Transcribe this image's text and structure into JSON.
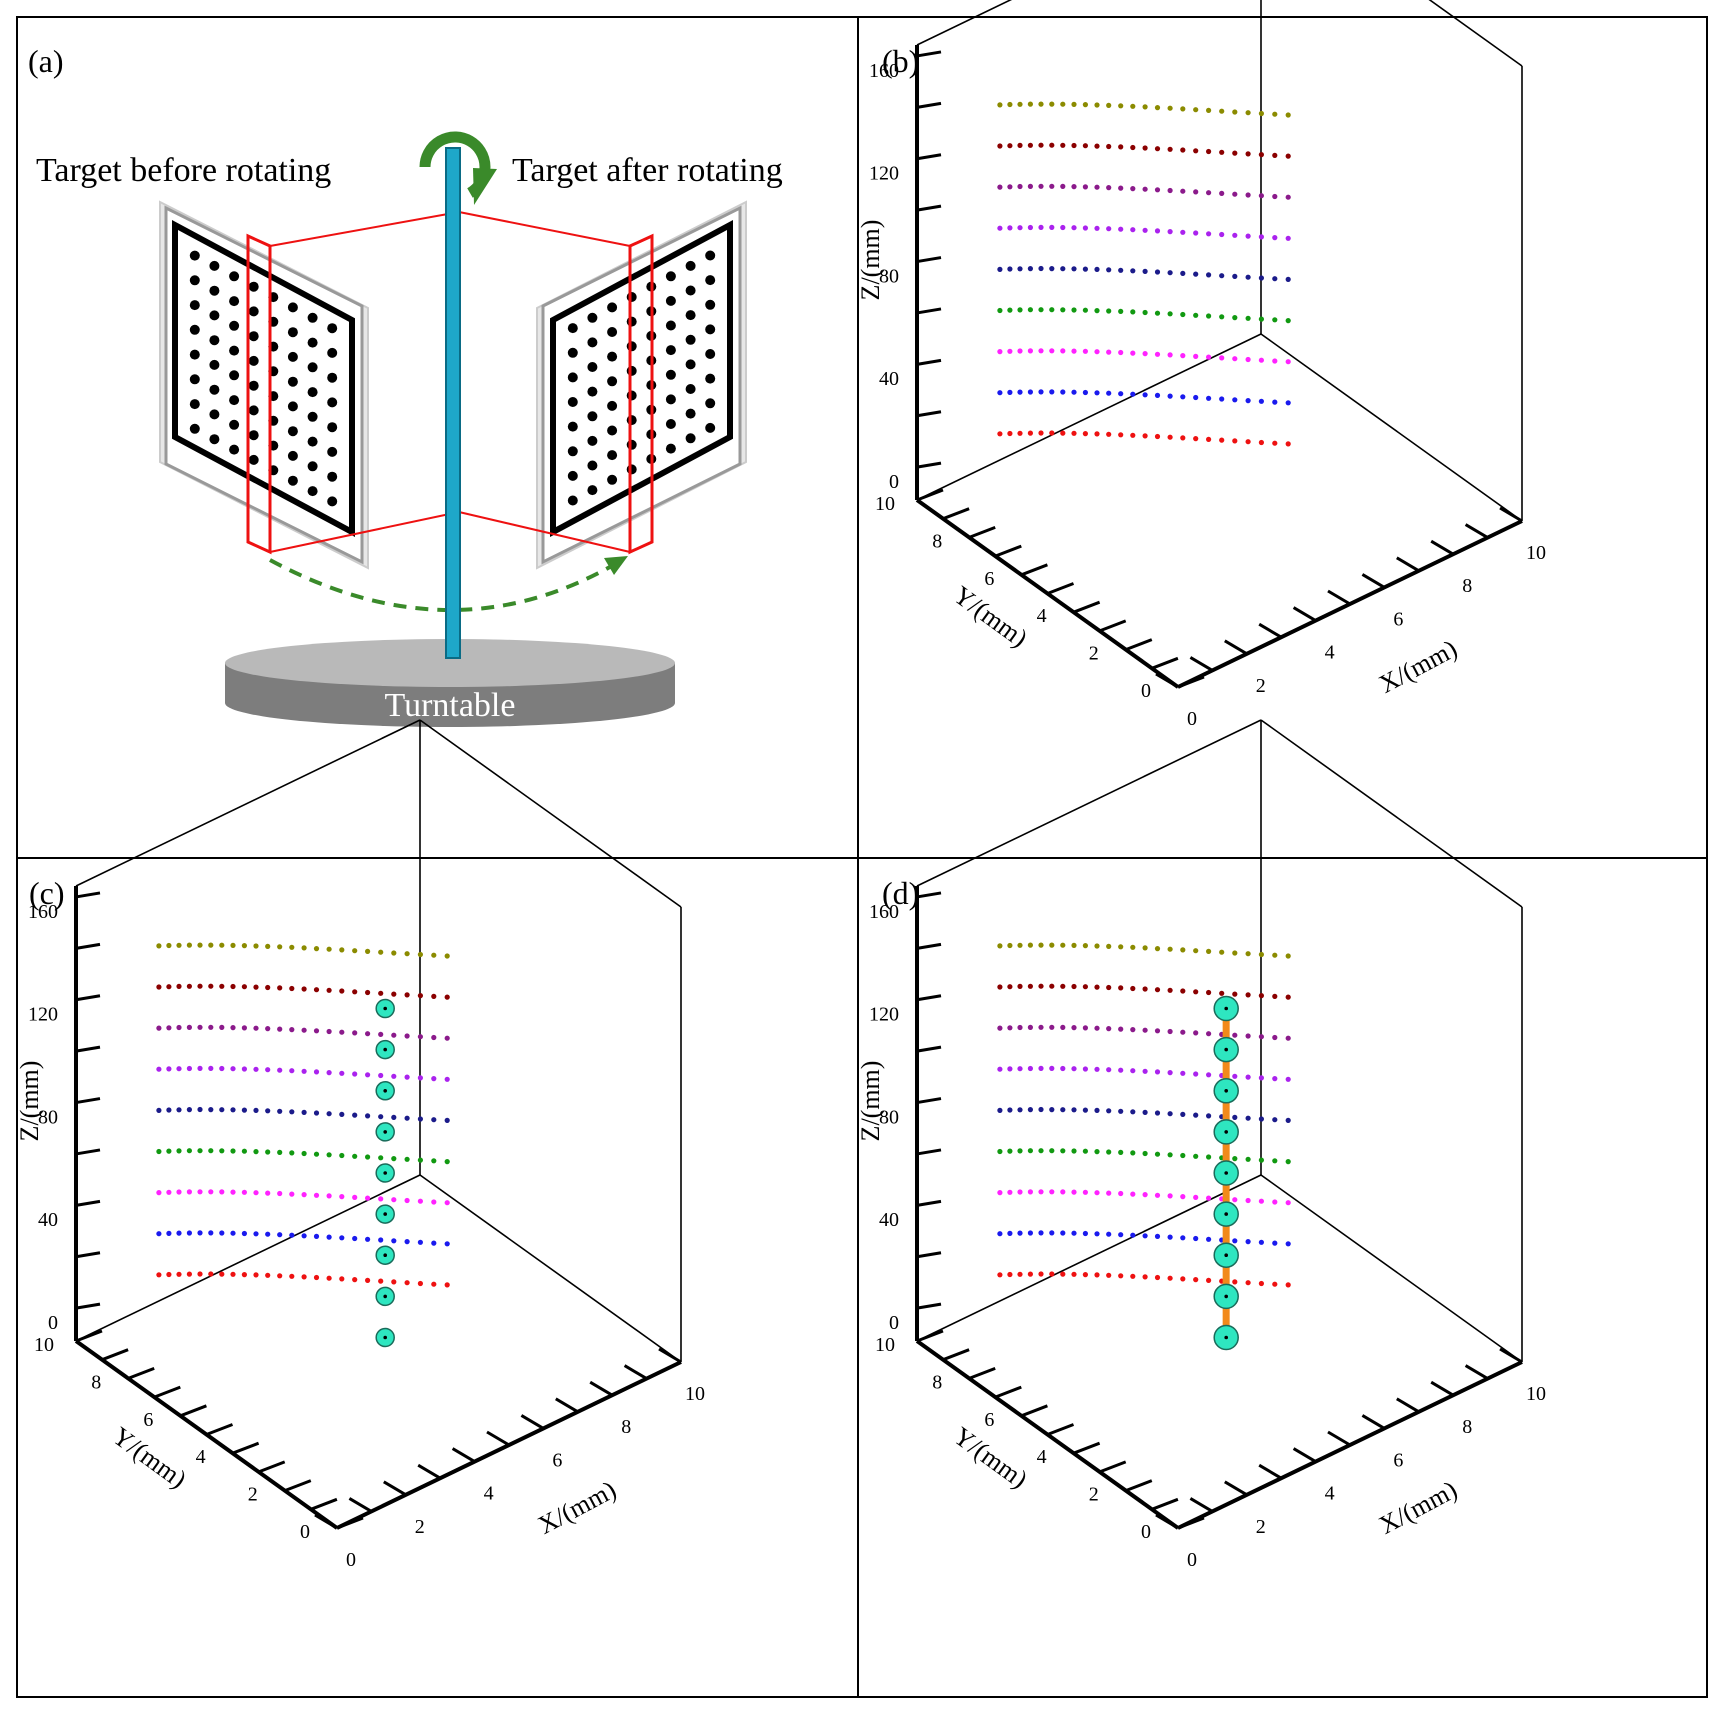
{
  "figure": {
    "panels": [
      {
        "label": "(a)",
        "annotations": {
          "before": "Target before rotating",
          "after": "Target after rotating",
          "turntable": "Turntable"
        }
      },
      {
        "label": "(b)",
        "show_centers": false,
        "show_axis_line": false
      },
      {
        "label": "(c)",
        "show_centers": true,
        "show_axis_line": false
      },
      {
        "label": "(d)",
        "show_centers": true,
        "show_axis_line": true
      }
    ]
  },
  "chart_data": {
    "type": "scatter3d",
    "xlabel": "X/(mm)",
    "ylabel": "Y/(mm)",
    "zlabel": "Z/(mm)",
    "xticks": [
      "0",
      "2",
      "4",
      "6",
      "8",
      "10"
    ],
    "yticks": [
      "0",
      "2",
      "4",
      "6",
      "8",
      "10"
    ],
    "zticks": [
      "0",
      "40",
      "80",
      "120",
      "160"
    ],
    "series_colors": [
      "#ee1111",
      "#1a1aee",
      "#ff22ff",
      "#119911",
      "#1b1b8a",
      "#aa22ee",
      "#8b1a8b",
      "#8b0000",
      "#8b8b00"
    ],
    "arc_series_count": 9,
    "points_per_arc": 25,
    "center_count": 9,
    "center_color": "#2ee6c0",
    "axis_line_color": "#f28a1b"
  }
}
